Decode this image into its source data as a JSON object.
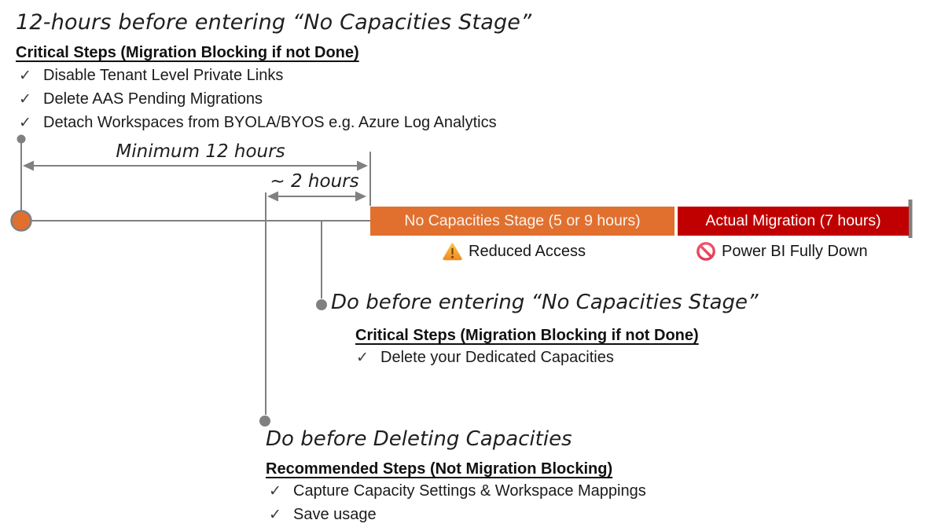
{
  "colors": {
    "orange": "#E1702F",
    "dark_red": "#C00000",
    "line_gray": "#808080",
    "text": "#1B1B1B"
  },
  "top_section": {
    "title": "12-hours before entering “No Capacities Stage”",
    "heading": "Critical Steps (Migration Blocking if not Done)",
    "items": [
      "Disable Tenant Level Private Links",
      "Delete AAS Pending Migrations",
      "Detach Workspaces from BYOLA/BYOS e.g. Azure Log Analytics"
    ]
  },
  "timeline": {
    "labels": {
      "min12": "Minimum 12 hours",
      "approx2": "~ 2 hours"
    },
    "bars": [
      {
        "label": "No Capacities Stage (5 or 9 hours)",
        "color": "#E1702F"
      },
      {
        "label": "Actual Migration (7 hours)",
        "color": "#C00000"
      }
    ],
    "captions": [
      {
        "icon": "warning-icon",
        "label": "Reduced Access"
      },
      {
        "icon": "no-entry-icon",
        "label": "Power BI Fully Down"
      }
    ]
  },
  "mid_section": {
    "title": "Do before entering “No Capacities Stage”",
    "heading": "Critical Steps (Migration Blocking if not Done)",
    "items": [
      "Delete your Dedicated Capacities"
    ]
  },
  "bottom_section": {
    "title": "Do before Deleting Capacities",
    "heading": "Recommended Steps (Not Migration Blocking)",
    "items": [
      "Capture Capacity Settings & Workspace Mappings",
      "Save usage"
    ]
  },
  "glyphs": {
    "checkmark": "✓"
  }
}
